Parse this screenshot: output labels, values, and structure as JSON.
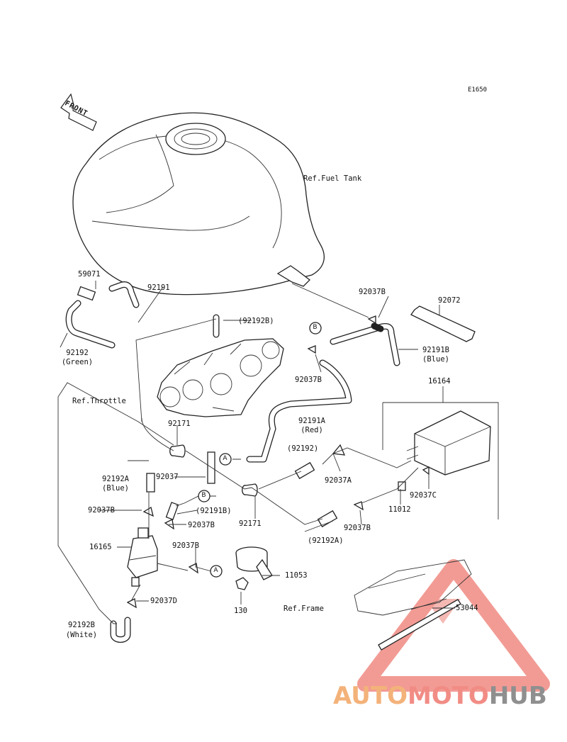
{
  "diagram_code": "E1650",
  "front_label": "FRONT",
  "refs": {
    "fuel_tank": "Ref.Fuel Tank",
    "throttle": "Ref.Throttle",
    "frame": "Ref.Frame"
  },
  "parts": {
    "p59071": "59071",
    "p92191": "92191",
    "p92192_green": "92192",
    "p92192_green_note": "(Green)",
    "p92192B_top": "(92192B)",
    "p92037B_top": "92037B",
    "p92072": "92072",
    "p92191B_blue": "92191B",
    "p92191B_blue_note": "(Blue)",
    "p92037B_mid": "92037B",
    "p16164": "16164",
    "p92171_a": "92171",
    "p92191A_red": "92191A",
    "p92191A_red_note": "(Red)",
    "p92192_paren": "(92192)",
    "p92037A": "92037A",
    "p92192A_blue": "92192A",
    "p92192A_blue_note": "(Blue)",
    "p92037": "92037",
    "p92037C": "92037C",
    "p11012": "11012",
    "p92037B_left": "92037B",
    "p92191B_paren": "(92191B)",
    "p92037B_low": "92037B",
    "p92171_b": "92171",
    "p92037B_right": "92037B",
    "p92192A_paren": "(92192A)",
    "p16165": "16165",
    "p92037B_under": "92037B",
    "p11053": "11053",
    "p130": "130",
    "p92037D": "92037D",
    "p53044": "53044",
    "p92192B_white": "92192B",
    "p92192B_white_note": "(White)"
  },
  "connectors": {
    "A1": "A",
    "A2": "A",
    "B1": "B",
    "B2": "B"
  },
  "watermark": {
    "part1": "AUTO",
    "part2": "MOTO",
    "part3": "HUB",
    "color_auto": "#f3b27a",
    "color_moto": "#f18c85",
    "color_hub": "#8f8f8f"
  }
}
